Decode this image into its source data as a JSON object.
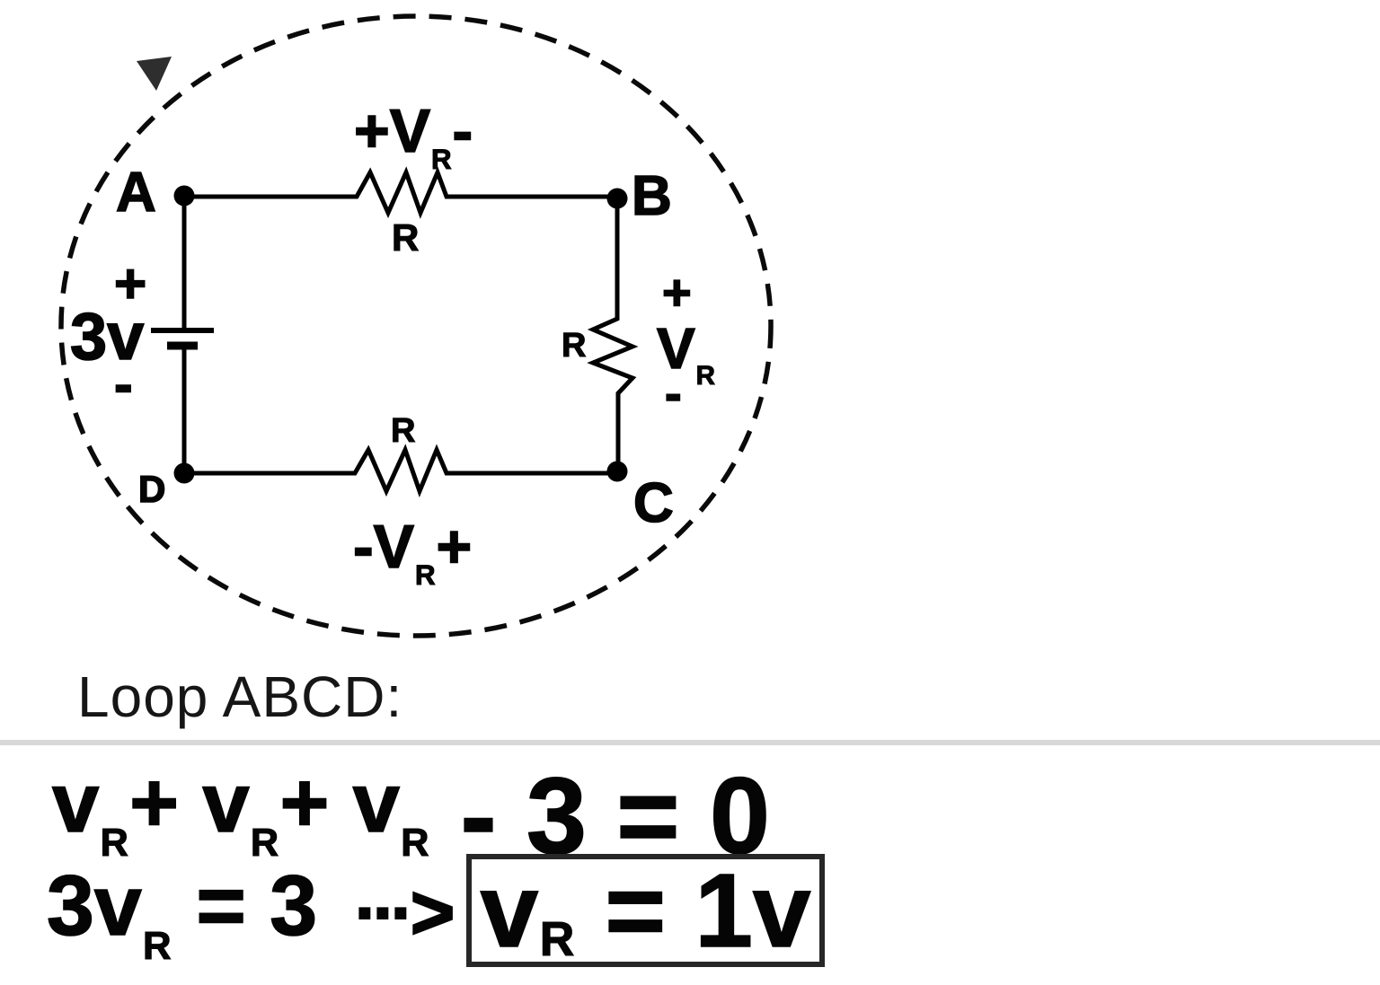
{
  "circuit": {
    "nodes": {
      "a": "A",
      "b": "B",
      "c": "C",
      "d": "D"
    },
    "battery": {
      "plus": "+",
      "value": "3v",
      "minus": "-"
    },
    "resistor_top": {
      "name": "R",
      "voltage_tokens": [
        {
          "t": "+"
        },
        {
          "t": "V"
        },
        {
          "t": "R",
          "sub": true
        },
        {
          "t": "-"
        }
      ]
    },
    "resistor_right": {
      "name": "R",
      "plus": "+",
      "voltage_tokens": [
        {
          "t": "V"
        },
        {
          "t": "R",
          "sub": true
        }
      ],
      "minus": "-"
    },
    "resistor_bottom": {
      "name": "R",
      "voltage_tokens": [
        {
          "t": "-"
        },
        {
          "t": "V"
        },
        {
          "t": "R",
          "sub": true
        },
        {
          "t": "+"
        }
      ]
    }
  },
  "loop_label": "Loop ABCD:",
  "equations": {
    "line1_tokens": [
      {
        "t": "v"
      },
      {
        "t": "R",
        "sub": true
      },
      {
        "t": "+"
      },
      {
        "t": "v",
        "sp": true
      },
      {
        "t": "R",
        "sub": true
      },
      {
        "t": "+"
      },
      {
        "t": "v",
        "sp": true
      },
      {
        "t": "R",
        "sub": true
      },
      {
        "t": "- 3 = 0",
        "big": true,
        "sp": true
      }
    ],
    "line2_left_tokens": [
      {
        "t": "3v"
      },
      {
        "t": "R",
        "sub": true
      },
      {
        "t": "= 3",
        "sp": true
      }
    ],
    "arrow": {
      "dots": "···",
      "head": ">"
    },
    "result_tokens": [
      {
        "t": "v"
      },
      {
        "t": "R",
        "sub": true
      },
      {
        "t": "= 1v",
        "sp": true
      }
    ]
  },
  "colors": {
    "ink": "#050505",
    "loop_dash": "#0a0a0a",
    "arrowhead": "#2e2e2e",
    "divider": "#d8d8d8",
    "result_box_border": "#272727"
  }
}
